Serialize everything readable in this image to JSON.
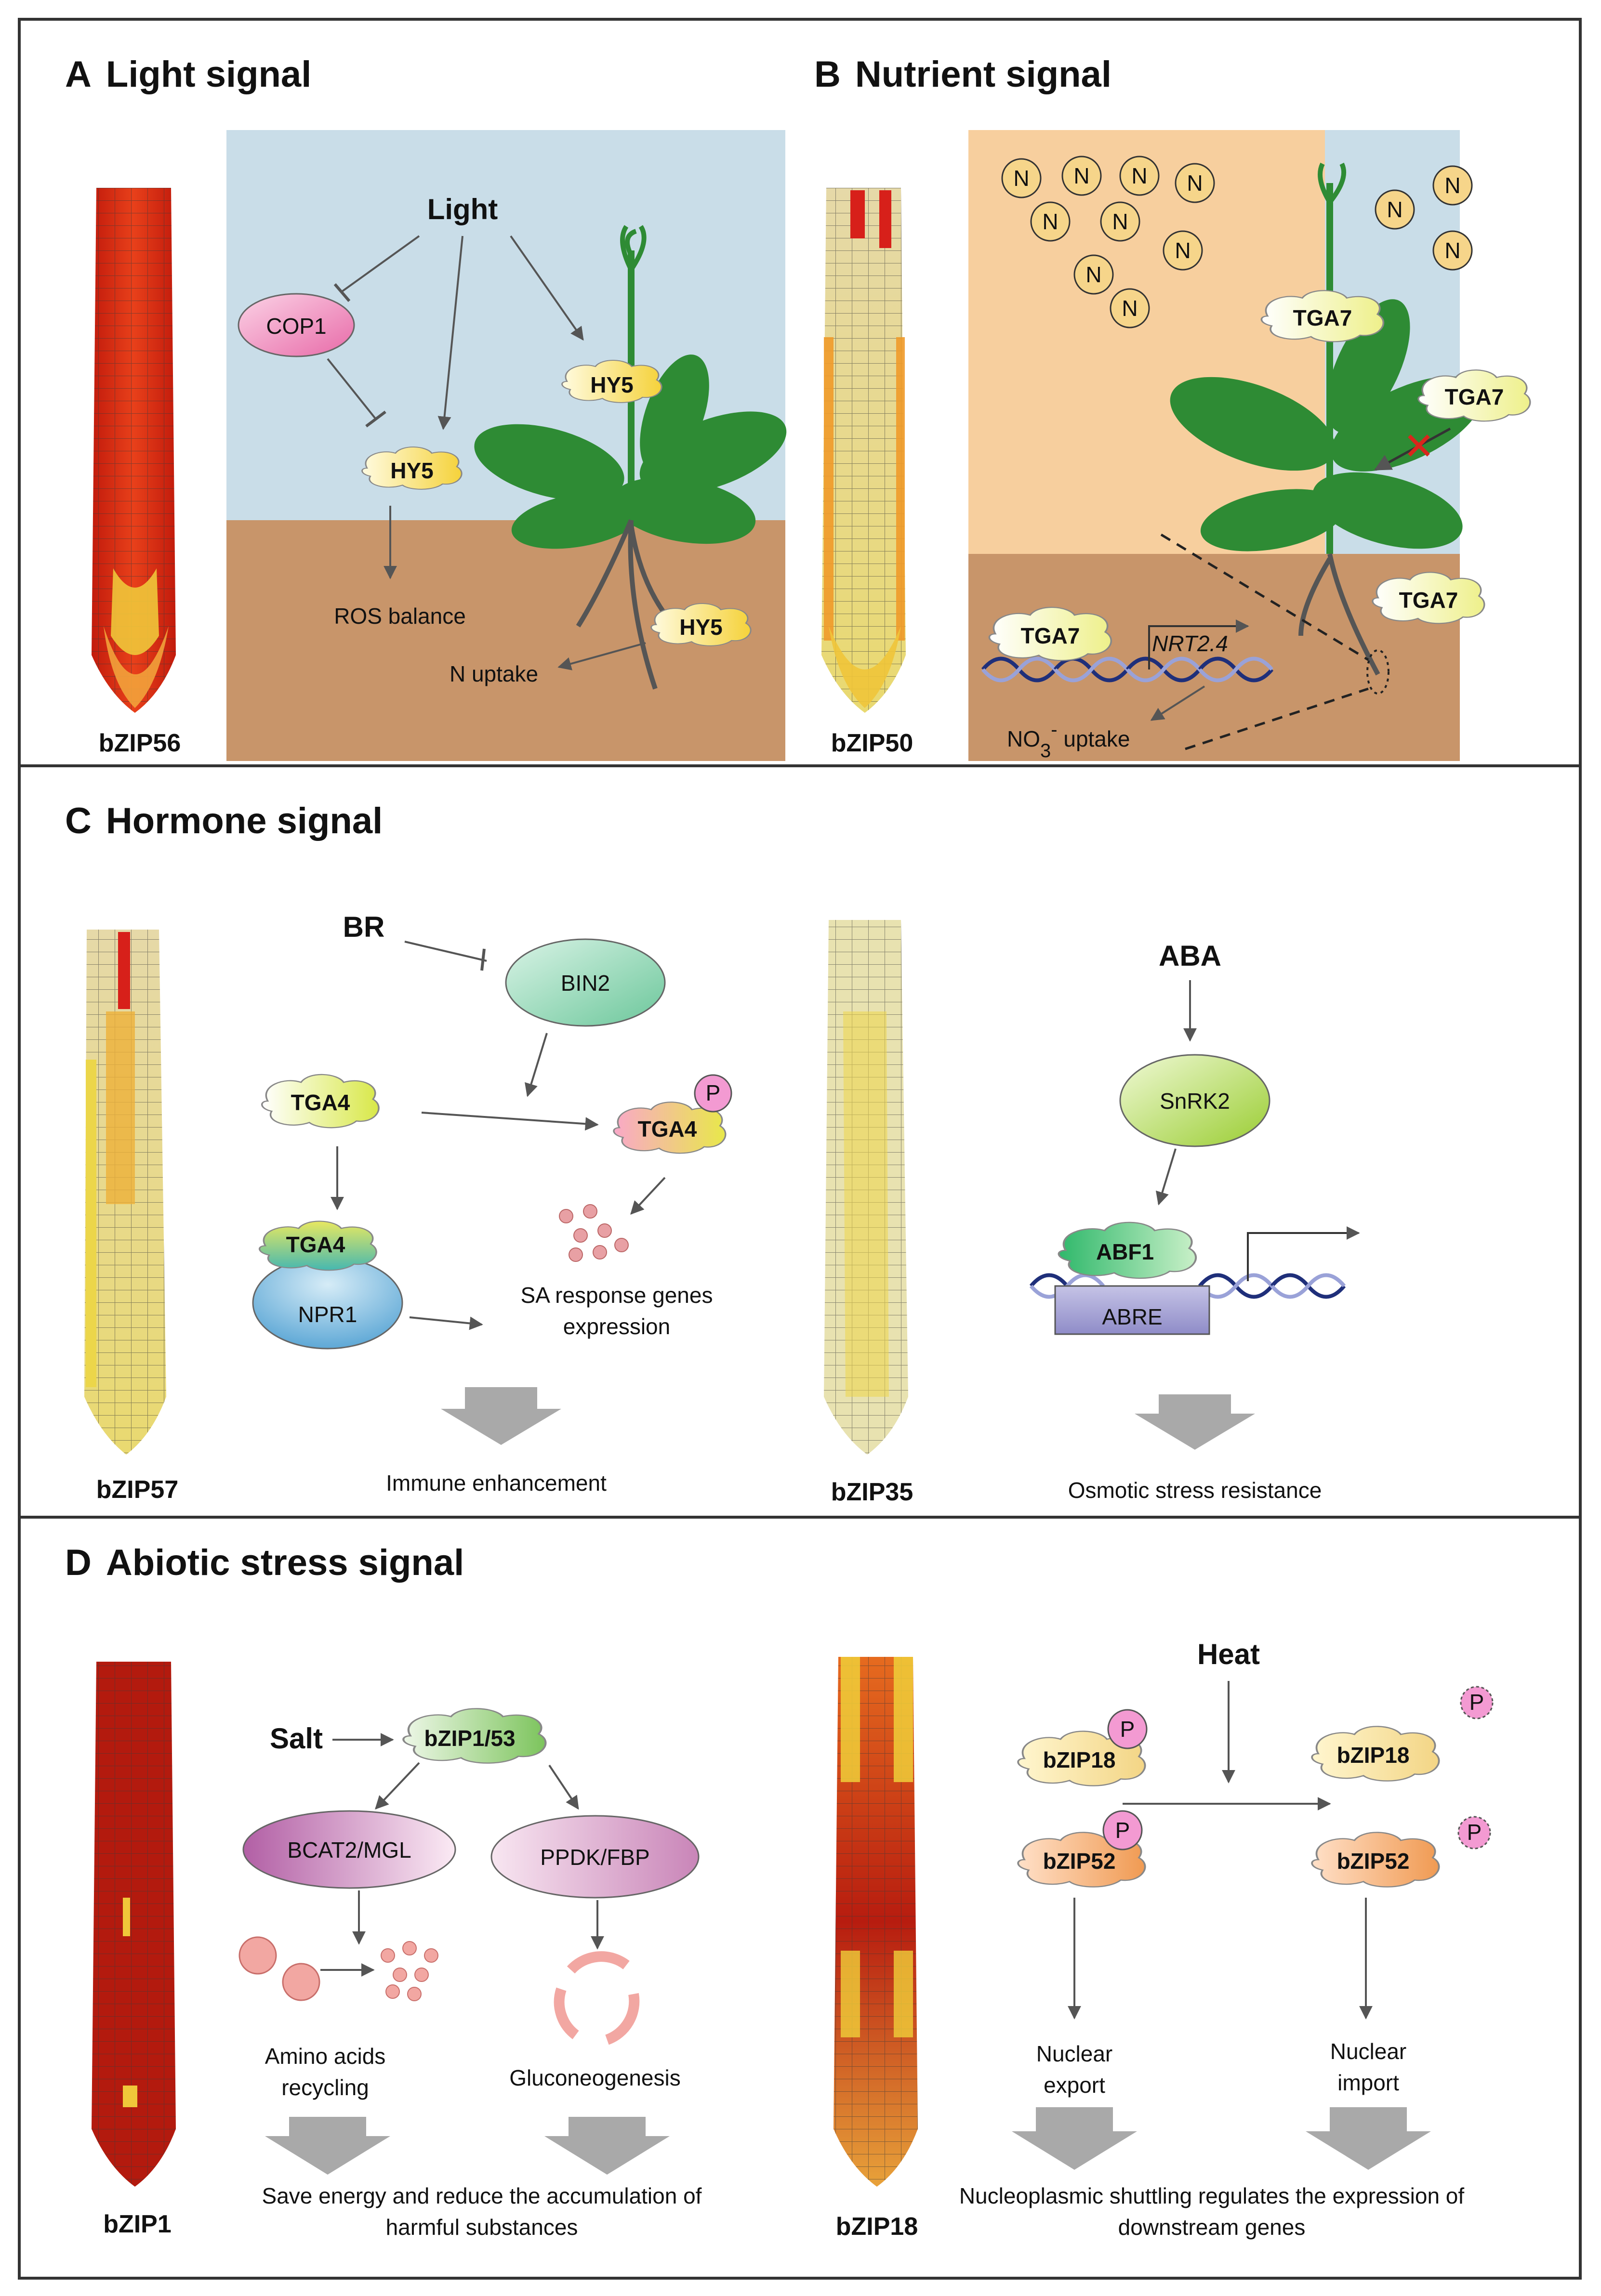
{
  "panels": {
    "A": {
      "letter": "A",
      "title": "Light signal",
      "root_label": "bZIP56",
      "light": "Light",
      "cop1": "COP1",
      "hy5": "HY5",
      "ros": "ROS balance",
      "n_uptake": "N uptake"
    },
    "B": {
      "letter": "B",
      "title": "Nutrient signal",
      "root_label": "bZIP50",
      "n": "N",
      "tga7": "TGA7",
      "nrt": "NRT2.4",
      "no3_main": "NO",
      "no3_sub": "3",
      "no3_sup": "-",
      "no3_rest": " uptake"
    },
    "C": {
      "letter": "C",
      "title": "Hormone signal",
      "root_label_left": "bZIP57",
      "root_label_right": "bZIP35",
      "br": "BR",
      "bin2": "BIN2",
      "tga4": "TGA4",
      "p": "P",
      "npr1": "NPR1",
      "sa_line1": "SA response genes",
      "sa_line2": "expression",
      "immune": "Immune enhancement",
      "aba": "ABA",
      "snrk2": "SnRK2",
      "abf1": "ABF1",
      "abre": "ABRE",
      "osmotic": "Osmotic stress resistance"
    },
    "D": {
      "letter": "D",
      "title": "Abiotic stress signal",
      "root_label_left": "bZIP1",
      "root_label_right": "bZIP18",
      "salt": "Salt",
      "bzip153": "bZIP1/53",
      "bcat": "BCAT2/MGL",
      "ppdk": "PPDK/FBP",
      "amino_line1": "Amino acids",
      "amino_line2": "recycling",
      "gluco": "Gluconeogenesis",
      "save_line1": "Save energy and reduce the accumulation of",
      "save_line2": "harmful substances",
      "heat": "Heat",
      "bzip18": "bZIP18",
      "bzip52": "bZIP52",
      "p": "P",
      "export_line1": "Nuclear",
      "export_line2": "export",
      "import_line1": "Nuclear",
      "import_line2": "import",
      "shuttle_line1": "Nucleoplasmic shuttling regulates the expression of",
      "shuttle_line2": "downstream genes"
    }
  },
  "colors": {
    "sky": "#c9dde8",
    "soil": "#c8956a",
    "sand": "#f7cf9e",
    "leaf": "#2e8b34",
    "arrow": "#555555",
    "big_arrow": "#a9a9a9"
  }
}
